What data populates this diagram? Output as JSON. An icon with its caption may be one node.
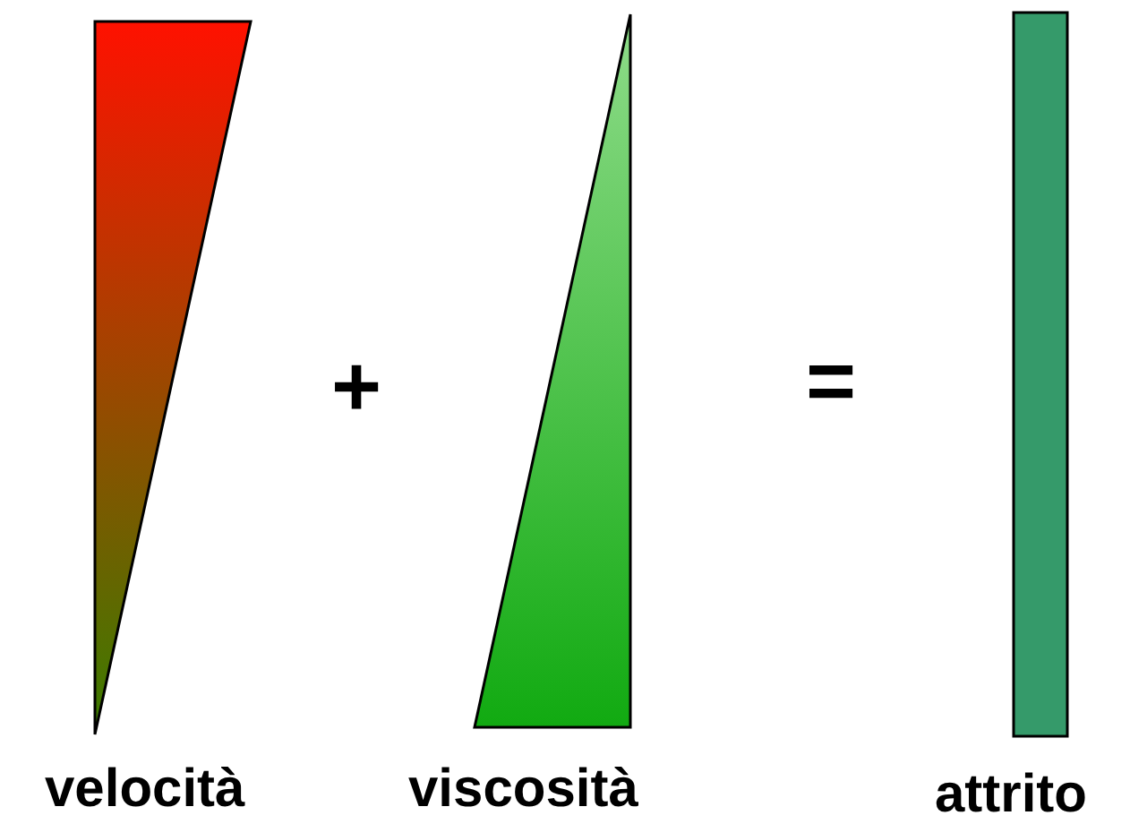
{
  "diagram": {
    "nodes": [
      {
        "text": [
          "velocità"
        ]
      },
      {
        "text": [
          "viscosità"
        ]
      },
      {
        "text": [
          "attrito"
        ]
      }
    ],
    "labels": [
      "+",
      "="
    ]
  }
}
